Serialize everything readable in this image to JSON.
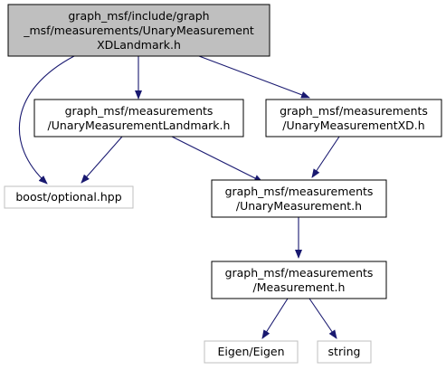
{
  "colors": {
    "edge": "#191970",
    "node_border": "#000000",
    "external_border": "#bfbfbf",
    "root_fill": "#bfbfbf",
    "node_fill": "#ffffff"
  },
  "nodes": {
    "root": {
      "lines": [
        "graph_msf/include/graph",
        "_msf/measurements/UnaryMeasurement",
        "XDLandmark.h"
      ]
    },
    "landmark": {
      "lines": [
        "graph_msf/measurements",
        "/UnaryMeasurementLandmark.h"
      ]
    },
    "xd": {
      "lines": [
        "graph_msf/measurements",
        "/UnaryMeasurementXD.h"
      ]
    },
    "optional": {
      "lines": [
        "boost/optional.hpp"
      ]
    },
    "unary": {
      "lines": [
        "graph_msf/measurements",
        "/UnaryMeasurement.h"
      ]
    },
    "measurement": {
      "lines": [
        "graph_msf/measurements",
        "/Measurement.h"
      ]
    },
    "eigen": {
      "lines": [
        "Eigen/Eigen"
      ]
    },
    "string": {
      "lines": [
        "string"
      ]
    }
  }
}
